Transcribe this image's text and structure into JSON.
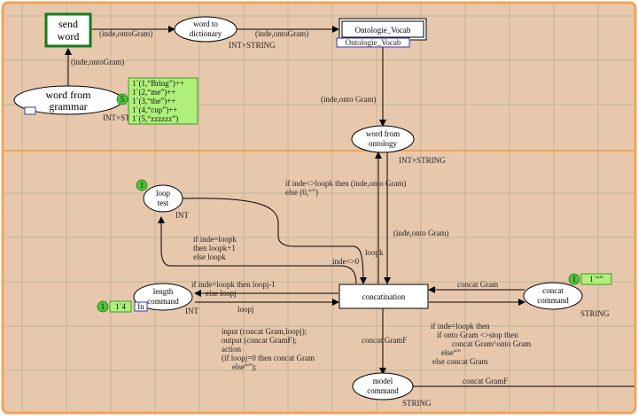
{
  "colors": {
    "background": "#e8c8ad",
    "border": "#f3a35a",
    "grid": "#b5b090",
    "marking": "#aef07a",
    "marking_border": "#3e9a2a",
    "token": "#4cc33a",
    "port_blue": "#3a3ab0"
  },
  "places": {
    "word_from_grammar": {
      "line1": "word from",
      "line2": "grammar",
      "type": "INT×STRING",
      "token_count": "5"
    },
    "word_to_dictionary": {
      "line1": "word to",
      "line2": "dictionary",
      "type": "INT×STRING"
    },
    "word_from_ontology": {
      "line1": "word from",
      "line2": "ontology",
      "type": "INT×STRING"
    },
    "loop_test": {
      "line1": "loop",
      "line2": "test",
      "type": "INT",
      "token_count": "1"
    },
    "length_command": {
      "line1": "length",
      "line2": "command",
      "type": "INT",
      "token_count": "1",
      "marking": "1`4",
      "port_tag": "In"
    },
    "concat_command": {
      "line1": "concat",
      "line2": "command",
      "type": "STRING",
      "token_count": "1",
      "marking": "1`“”"
    },
    "model_command": {
      "line1": "model",
      "line2": "command",
      "type": "STRING"
    }
  },
  "transitions": {
    "send_word": {
      "line1": "send",
      "line2": "word"
    },
    "ontologie_vocab": {
      "label": "Ontologie_Vocab",
      "subpage_tag": "Ontologie_Vocab"
    },
    "concatination": {
      "label": "concatination"
    }
  },
  "grammar_marking": {
    "lines": [
      "1`(1,“Bring”)++",
      "1`(2,“me”)++",
      "1`(3,“the”)++",
      "1`(4,“cup”)++",
      "1`(5,“zzzzzz”)"
    ]
  },
  "arc_labels": {
    "grammar_to_send": "(inde,ontoGram)",
    "send_to_dictionary": "(inde,ontoGram)",
    "dictionary_to_vocab": "(inde,ontoGram)",
    "vocab_to_ontology": "(inde,onto Gram)",
    "concat_to_ontology": [
      "if inde<>loopk then (inde,onto Gram)",
      "else (0,“”)"
    ],
    "ontology_to_concat": "(inde,onto Gram)",
    "concat_to_looptest": [
      "if inde=loopk",
      "then loopk+1",
      "else loopk"
    ],
    "looptest_to_concat": "loopk",
    "guard": "inde<>0",
    "concat_to_length": [
      "if inde=loopk then loopj-1",
      "else loopj"
    ],
    "length_to_concat": "loopj",
    "concatcmd_to_concat": "concat Gram",
    "concat_to_concatcmd": [
      "if inde=loopk then",
      "if onto Gram <>stop then",
      "concat Gram^onto Gram",
      "else“”",
      "else concat Gram"
    ],
    "concat_to_model": "concat GramF",
    "model_out": "concat GramF"
  },
  "code_segment": {
    "lines": [
      "input (concat Gram,loopj);",
      "output (concat GramF);",
      "action",
      "(if loopj=0 then concat Gram",
      "else“”);"
    ]
  }
}
